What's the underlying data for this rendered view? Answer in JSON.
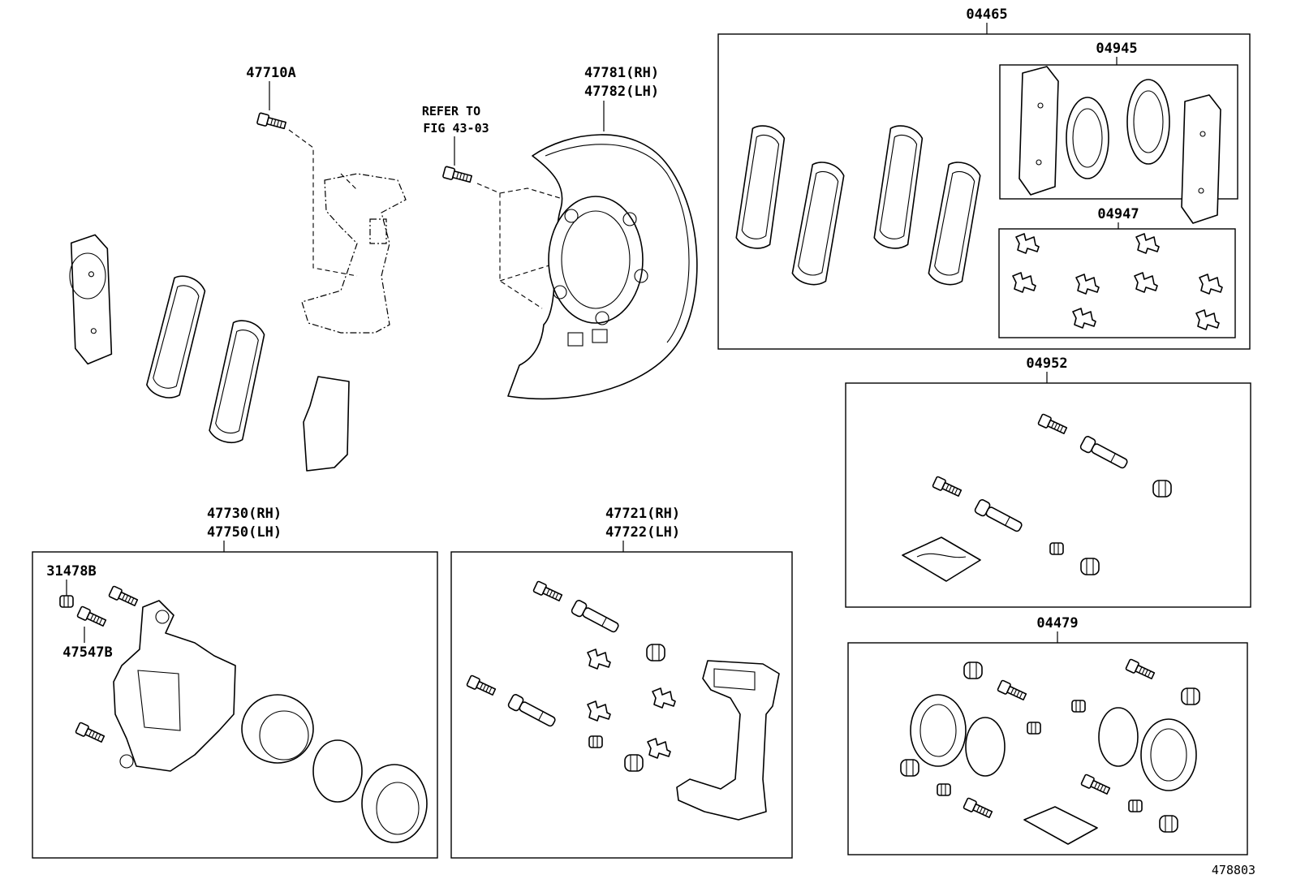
{
  "labels": {
    "kit_04465": "04465",
    "kit_04945": "04945",
    "kit_04947": "04947",
    "kit_04952": "04952",
    "kit_04479": "04479",
    "bolt_47710a": "47710A",
    "refer_line1": "REFER TO",
    "refer_line2": "FIG 43-03",
    "cover_rh": "47781(RH)",
    "cover_lh": "47782(LH)",
    "cyl_rh": "47730(RH)",
    "cyl_lh": "47750(LH)",
    "mount_rh": "47721(RH)",
    "mount_lh": "47722(LH)",
    "cap_31478b": "31478B",
    "bleeder_47547b": "47547B",
    "figure_number": "478803"
  }
}
